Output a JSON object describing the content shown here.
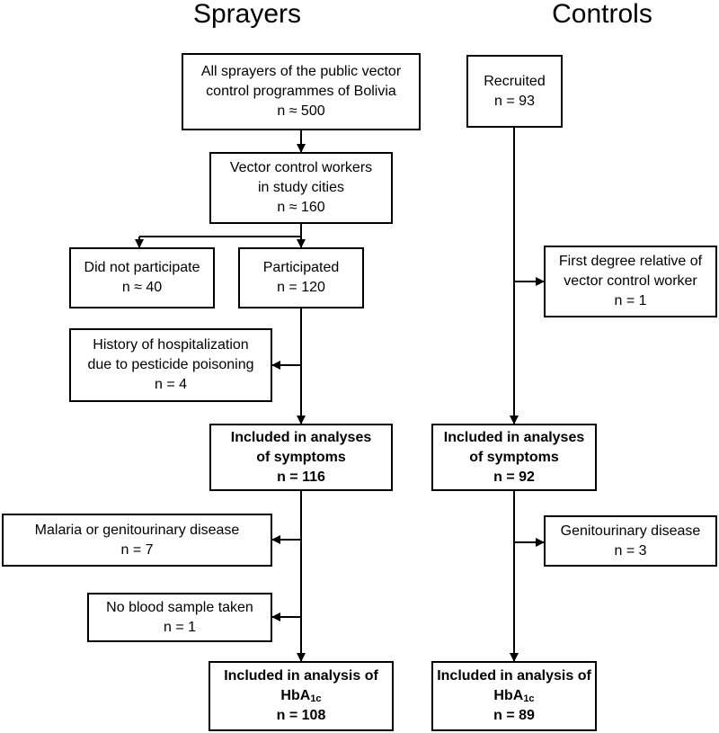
{
  "headings": {
    "sprayers": "Sprayers",
    "controls": "Controls"
  },
  "sprayers": {
    "all_sprayers": {
      "line1": "All sprayers of the public vector",
      "line2": "control programmes of Bolivia",
      "n": "n ≈ 500"
    },
    "study_cities": {
      "line1": "Vector control workers",
      "line2": "in study cities",
      "n": "n ≈ 160"
    },
    "did_not_participate": {
      "line1": "Did not participate",
      "n": "n ≈ 40"
    },
    "participated": {
      "line1": "Participated",
      "n": "n = 120"
    },
    "hospitalization": {
      "line1": "History of hospitalization",
      "line2": "due to pesticide poisoning",
      "n": "n = 4"
    },
    "symptoms": {
      "line1": "Included in analyses",
      "line2": "of symptoms",
      "n": "n = 116"
    },
    "malaria": {
      "line1": "Malaria or genitourinary disease",
      "n": "n = 7"
    },
    "no_blood": {
      "line1": "No blood sample taken",
      "n": "n = 1"
    },
    "hba1c": {
      "line1": "Included in analysis of",
      "line2_main": "HbA",
      "line2_sub": "1c",
      "n": "n = 108"
    }
  },
  "controls": {
    "recruited": {
      "line1": "Recruited",
      "n": "n = 93"
    },
    "relative": {
      "line1": "First degree relative of",
      "line2": "vector control worker",
      "n": "n = 1"
    },
    "symptoms": {
      "line1": "Included in analyses",
      "line2": "of symptoms",
      "n": "n = 92"
    },
    "genitourinary": {
      "line1": "Genitourinary disease",
      "n": "n = 3"
    },
    "hba1c": {
      "line1": "Included in analysis of",
      "line2_main": "HbA",
      "line2_sub": "1c",
      "n": "n = 89"
    }
  }
}
